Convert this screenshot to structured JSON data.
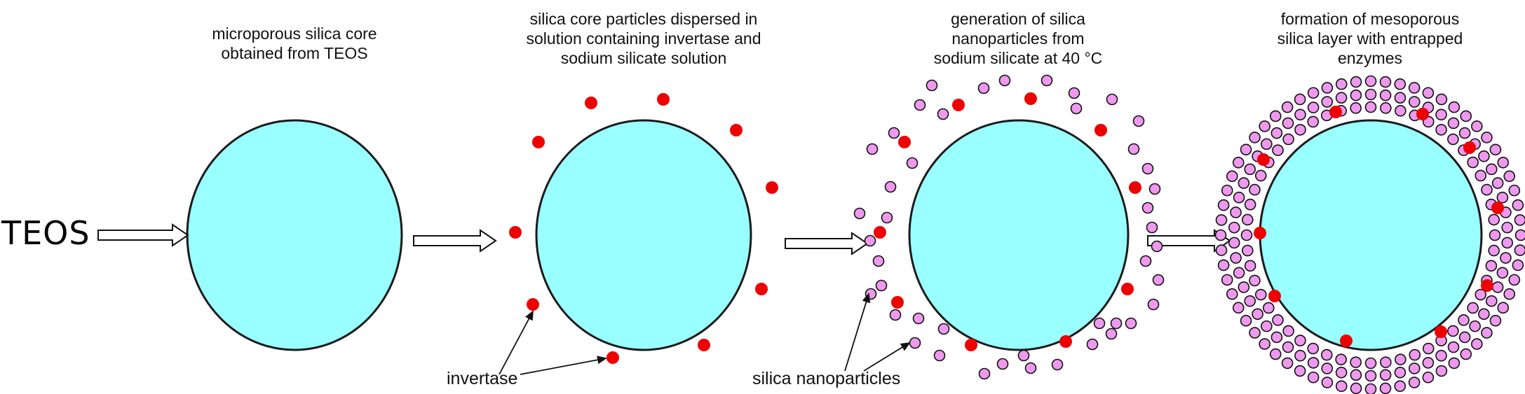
{
  "input_label": "TEOS",
  "stages": [
    {
      "id": "core",
      "caption": [
        "microporous silica core",
        "obtained from TEOS"
      ]
    },
    {
      "id": "dispersed",
      "caption": [
        "silica core particles dispersed in",
        "solution containing invertase and",
        "sodium silicate solution"
      ]
    },
    {
      "id": "generation",
      "caption": [
        "generation of silica",
        "nanoparticles from",
        "sodium silicate at 40 °C"
      ]
    },
    {
      "id": "formation",
      "caption": [
        "formation of mesoporous",
        "silica layer with entrapped",
        "enzymes"
      ]
    }
  ],
  "annotations": {
    "invertase": "invertase",
    "silica_nanoparticles": "silica nanoparticles"
  },
  "legend_colors": {
    "core_fill": "#99ffff",
    "core_stroke": "#1a1a1a",
    "invertase": "#ee0000",
    "nanoparticle_fill": "#ee99ee",
    "nanoparticle_stroke": "#111111"
  }
}
